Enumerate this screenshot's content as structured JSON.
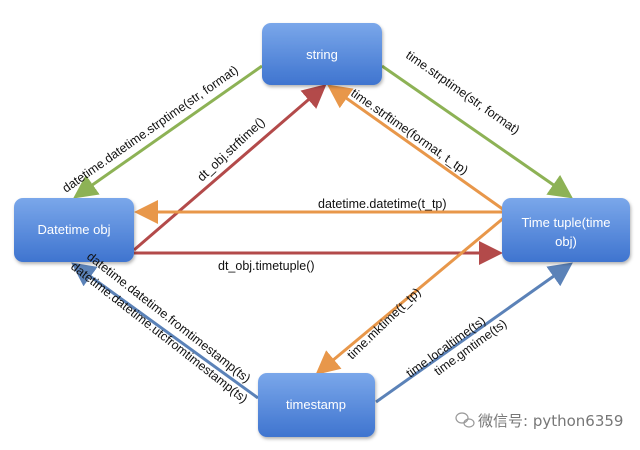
{
  "nodes": {
    "string": "string",
    "datetime_obj": "Datetime obj",
    "time_tuple_line1": "Time tuple(time",
    "time_tuple_line2": "obj)",
    "timestamp": "timestamp"
  },
  "edges": {
    "dt_strptime": "datetime.datetime.strptime(str, format)",
    "time_strptime": "time.strptime(str, format)",
    "dt_strftime": "dt_obj.strftime()",
    "time_strftime": "time.strftime(format, t_tp)",
    "dt_from_tuple": "datetime.datetime(t_tp)",
    "dt_timetuple": "dt_obj.timetuple()",
    "fromtimestamp": "datetime.datetime.fromtimestamp(ts)",
    "utcfromtimestamp": "datetime.datetime.utcfromtimestamp(ts)",
    "mktime": "time.mktime(t_tp)",
    "localtime": "time.localtime(ts)",
    "gmtime": "time.gmtime(ts)"
  },
  "colors": {
    "green": "#8db255",
    "red": "#b34a4a",
    "orange": "#e8974a",
    "blue": "#5b82b8",
    "node": "#4f86d9"
  },
  "watermark": "微信号: python6359"
}
